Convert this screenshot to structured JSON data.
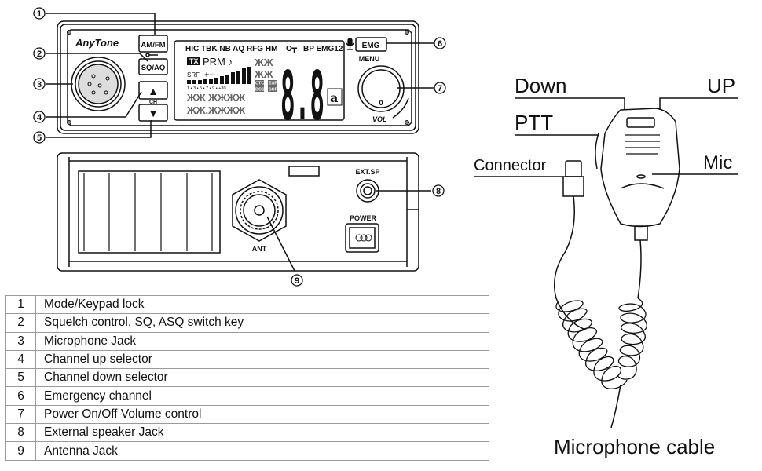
{
  "radio_front": {
    "brand": "AnyTone",
    "buttons": {
      "am_fm": "AM/FM",
      "sq_aq": "SQ/AQ",
      "ch_up": "▲",
      "ch_down": "▼",
      "ch": "CH",
      "emg": "EMG"
    },
    "menu_label": "MENU",
    "vol_label": "VOL",
    "knob_mark": "0",
    "lcd": {
      "top_row": "HIC TBK NB AQ RFG HM",
      "top_row_end": "BP EMG12",
      "tx": "TX",
      "prm": "PRM",
      "srf": "SRF",
      "plus_minus": "+−",
      "scale": "1 • 3 • 5 • 7 • 9 • +30",
      "ctc": "CTC",
      "esp": "ESP",
      "dcs": "DCS",
      "scr": "SCR",
      "big_digits": "8.8",
      "a_symbol": "a"
    }
  },
  "radio_rear": {
    "ext_sp": "EXT.SP",
    "power": "POWER",
    "ant": "ANT"
  },
  "callouts": [
    "1",
    "2",
    "3",
    "4",
    "5",
    "6",
    "7",
    "8",
    "9"
  ],
  "microphone": {
    "labels": {
      "down": "Down",
      "up": "UP",
      "ptt": "PTT",
      "connector": "Connector",
      "mic": "Mic",
      "cable": "Microphone cable"
    }
  },
  "legend_table": [
    {
      "num": "1",
      "desc": "Mode/Keypad lock"
    },
    {
      "num": "2",
      "desc": "Squelch control, SQ, ASQ switch key"
    },
    {
      "num": "3",
      "desc": "Microphone Jack"
    },
    {
      "num": "4",
      "desc": "Channel up selector"
    },
    {
      "num": "5",
      "desc": "Channel down selector"
    },
    {
      "num": "6",
      "desc": "Emergency channel"
    },
    {
      "num": "7",
      "desc": "Power On/Off  Volume control"
    },
    {
      "num": "8",
      "desc": "External speaker Jack"
    },
    {
      "num": "9",
      "desc": "Antenna Jack"
    }
  ]
}
